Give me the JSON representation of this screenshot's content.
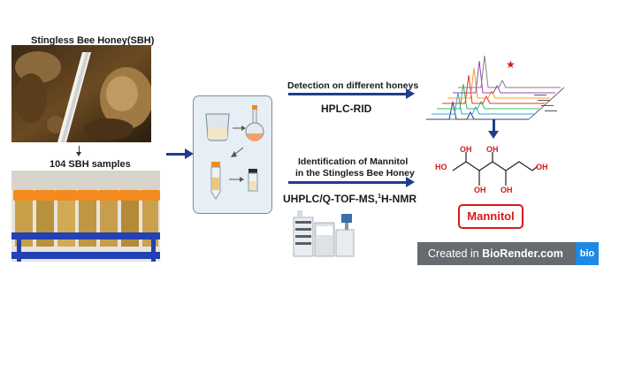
{
  "left": {
    "top_label": "Stingless Bee Honey(SBH)",
    "bottom_label": "104 SBH samples"
  },
  "middle": {
    "top_title": "Detection on different honeys",
    "top_method": "HPLC-RID",
    "bottom_title_line1": "Identification of Mannitol",
    "bottom_title_line2": "in the Stingless Bee Honey",
    "bottom_method_a": "UHPLC/Q-TOF-MS,",
    "bottom_method_sup": "1",
    "bottom_method_b": "H-NMR"
  },
  "molecule": {
    "name": "Mannitol",
    "groups": [
      "OH",
      "OH",
      "OH",
      "HO",
      "OH",
      "OH"
    ]
  },
  "footer": {
    "created_in": "Created in ",
    "brand": "BioRender.com",
    "logo_text": "bio"
  },
  "colors": {
    "arrow": "#1f3d8c",
    "highlight": "#d41b1b",
    "tube_cap": "#f28a1e",
    "rack": "#2340b5"
  }
}
